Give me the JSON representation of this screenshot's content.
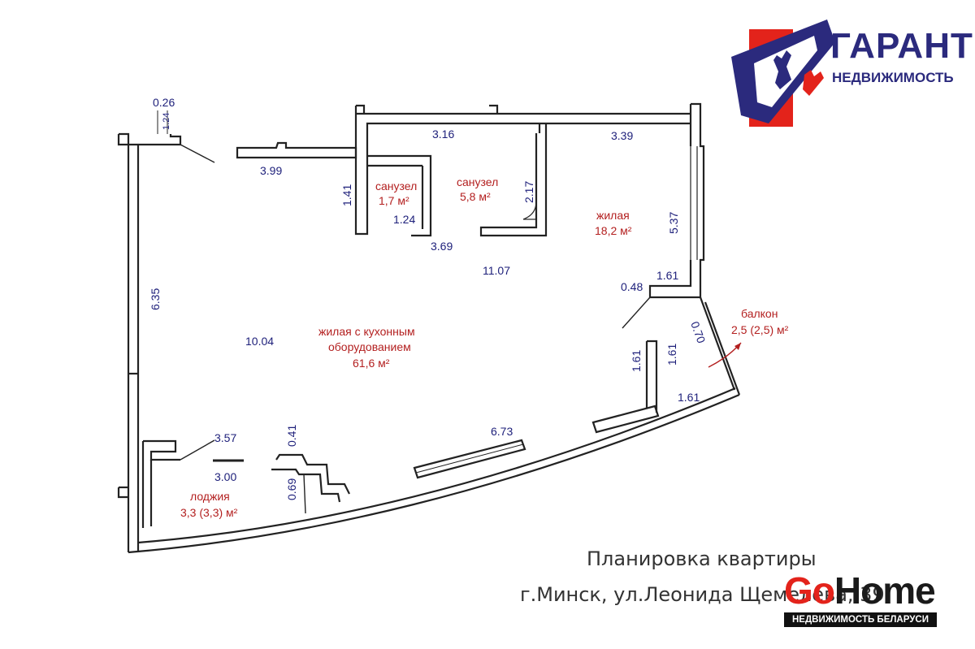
{
  "logo": {
    "brand": "ГАРАНТ",
    "subtitle": "НЕДВИЖИМОСТЬ",
    "colors": {
      "blue": "#2b2a7d",
      "red": "#e3231b"
    }
  },
  "watermark": {
    "go": "Go",
    "home": "Home",
    "bar": "НЕДВИЖИМОСТЬ БЕЛАРУСИ"
  },
  "caption": {
    "line1": "Планировка квартиры",
    "line2": "г.Минск, ул.Леонида Щемелева, 39"
  },
  "rooms": {
    "bath1": {
      "name": "санузел",
      "area": "1,7 м²"
    },
    "bath2": {
      "name": "санузел",
      "area": "5,8 м²"
    },
    "living": {
      "name": "жилая",
      "area": "18,2 м²"
    },
    "kitchen": {
      "name1": "жилая с кухонным",
      "name2": "оборудованием",
      "area": "61,6 м²"
    },
    "balcony": {
      "name": "балкон",
      "area": "2,5 (2,5) м²"
    },
    "loggia": {
      "name": "лоджия",
      "area": "3,3 (3,3) м²"
    }
  },
  "dimensions": {
    "d026": "0.26",
    "d124a": "1.24",
    "d399": "3.99",
    "d316": "3.16",
    "d339": "3.39",
    "d141": "1.41",
    "d124b": "1.24",
    "d369": "3.69",
    "d217": "2.17",
    "d1107": "11.07",
    "d537": "5.37",
    "d161a": "1.61",
    "d048": "0.48",
    "d635": "6.35",
    "d1004": "10.04",
    "d161b": "1.61",
    "d161c": "1.61",
    "d070": "0.70",
    "d161d": "1.61",
    "d673": "6.73",
    "d357": "3.57",
    "d041": "0.41",
    "d300": "3.00",
    "d069": "0.69"
  }
}
